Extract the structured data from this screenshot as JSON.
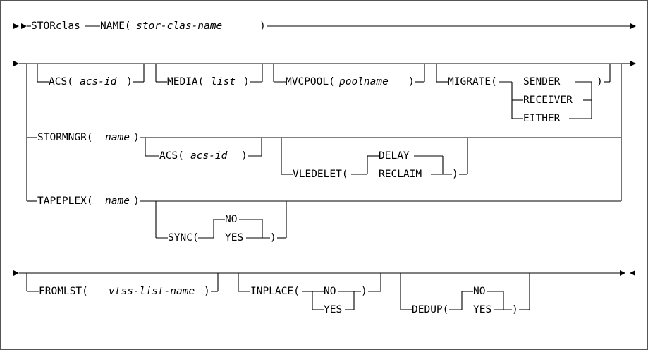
{
  "diagram": {
    "row1": {
      "keyword": "STORclas",
      "name_kw": "NAME(",
      "name_var": "stor-clas-name",
      "name_close": ")"
    },
    "row2": {
      "acs_kw": "ACS(",
      "acs_var": "acs-id",
      "acs_close": ")",
      "media_kw": "MEDIA(",
      "media_var": "list",
      "media_close": ")",
      "mvcpool_kw": "MVCPOOL(",
      "mvcpool_var": "poolname",
      "mvcpool_close": ")",
      "migrate_kw": "MIGRATE(",
      "migrate_options": [
        "SENDER",
        "RECEIVER",
        "EITHER"
      ],
      "migrate_close": ")",
      "stormngr_kw": "STORMNGR(",
      "stormngr_var": "name",
      "stormngr_close": ")",
      "sm_acs_kw": "ACS(",
      "sm_acs_var": "acs-id",
      "sm_acs_close": ")",
      "vledelet_kw": "VLEDELET(",
      "vledelet_options": [
        "DELAY",
        "RECLAIM"
      ],
      "vledelet_close": ")",
      "tapeplex_kw": "TAPEPLEX(",
      "tapeplex_var": "name",
      "tapeplex_close": ")",
      "sync_kw": "SYNC(",
      "sync_options": [
        "NO",
        "YES"
      ],
      "sync_close": ")"
    },
    "row3": {
      "fromlst_kw": "FROMLST(",
      "fromlst_var": "vtss-list-name",
      "fromlst_close": ")",
      "inplace_kw": "INPLACE(",
      "inplace_options": [
        "NO",
        "YES"
      ],
      "inplace_close": ")",
      "dedup_kw": "DEDUP(",
      "dedup_options": [
        "NO",
        "YES"
      ],
      "dedup_close": ")"
    }
  }
}
